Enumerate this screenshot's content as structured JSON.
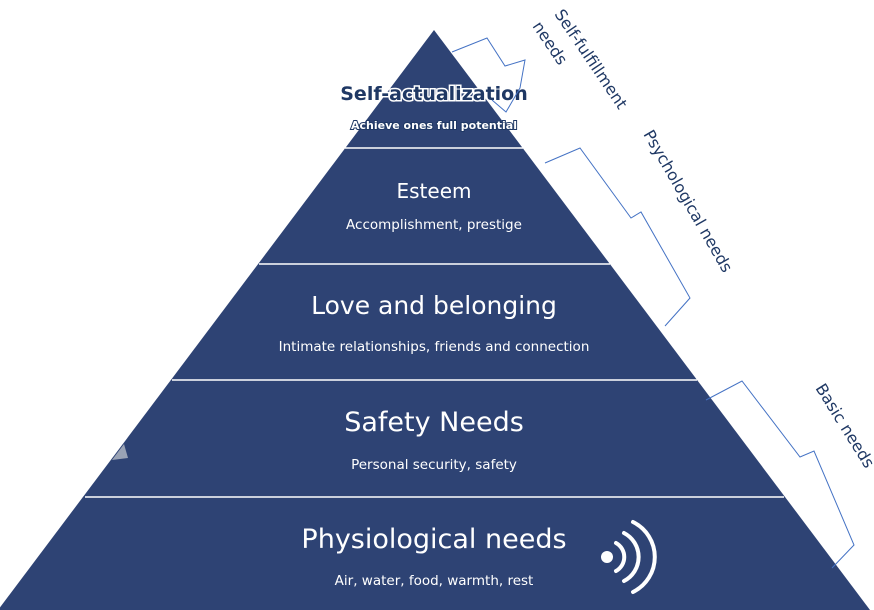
{
  "colors": {
    "tier_fill": "#2e4374",
    "divider": "#ffffff",
    "brace": "#4472c4",
    "category_text": "#1f3864"
  },
  "pyramid": [
    {
      "title": "Self-actualization",
      "subtitle": "Achieve ones full potential"
    },
    {
      "title": "Esteem",
      "subtitle": "Accomplishment, prestige"
    },
    {
      "title": "Love and belonging",
      "subtitle": "Intimate relationships, friends and connection"
    },
    {
      "title": "Safety Needs",
      "subtitle": "Personal security, safety"
    },
    {
      "title": "Physiological needs",
      "subtitle": "Air, water, food, warmth, rest"
    }
  ],
  "categories": {
    "self_fulfillment_line1": "Self-fulfillment",
    "self_fulfillment_line2": "needs",
    "psychological": "Psychological needs",
    "basic": "Basic needs"
  },
  "icons": {
    "broadcast": "wireless-signal-icon"
  }
}
